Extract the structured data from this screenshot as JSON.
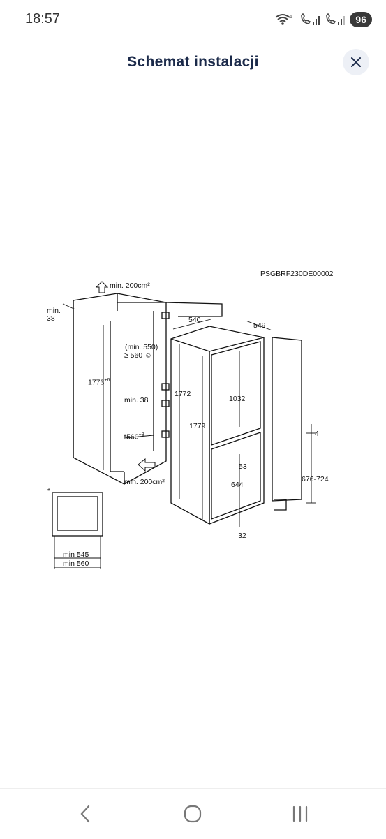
{
  "status": {
    "time": "18:57",
    "battery": "96"
  },
  "header": {
    "title": "Schemat instalacji"
  },
  "diagram": {
    "model_code": "PSGBRF230DE00002",
    "labels": {
      "top_vent": "min. 200cm²",
      "top_left_min": "min.",
      "top_left_38": "38",
      "height_1773": "1773",
      "height_1773_tol": "+6",
      "min550": "(min. 550)",
      "ge560": "≥ 560 ☺",
      "min38_inner": "min. 38",
      "w560": "*560",
      "w560_tol": "+8",
      "bottom_vent": "min. 200cm²",
      "d540": "540",
      "d549": "549",
      "h1772": "1772",
      "h1779": "1779",
      "h1032": "1032",
      "h53": "53",
      "h644": "644",
      "h32": "32",
      "h4": "4",
      "h676": "676-724",
      "asterisk": "*",
      "min545": "min 545",
      "min560": "min 560"
    }
  }
}
